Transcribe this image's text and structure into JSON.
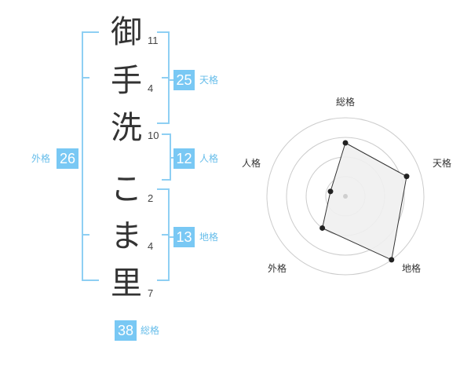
{
  "name": {
    "chars": [
      {
        "char": "御",
        "strokes": "11"
      },
      {
        "char": "手",
        "strokes": "4"
      },
      {
        "char": "洗",
        "strokes": "10"
      },
      {
        "char": "こ",
        "strokes": "2"
      },
      {
        "char": "ま",
        "strokes": "4"
      },
      {
        "char": "里",
        "strokes": "7"
      }
    ]
  },
  "kaku": {
    "tenkaku": {
      "value": "25",
      "label": "天格"
    },
    "jinkaku": {
      "value": "12",
      "label": "人格"
    },
    "chikaku": {
      "value": "13",
      "label": "地格"
    },
    "gaikaku": {
      "value": "26",
      "label": "外格"
    },
    "soukaku": {
      "value": "38",
      "label": "総格"
    }
  },
  "colors": {
    "accent": "#79c8f4",
    "bracket": "#8ecff3",
    "radar_fill": "#efefef"
  },
  "chart_data": {
    "type": "radar",
    "axes": [
      "総格",
      "天格",
      "地格",
      "外格",
      "人格"
    ],
    "values": [
      0.68,
      0.82,
      1.0,
      0.5,
      0.2
    ],
    "rmax": 1,
    "rings": 4
  }
}
